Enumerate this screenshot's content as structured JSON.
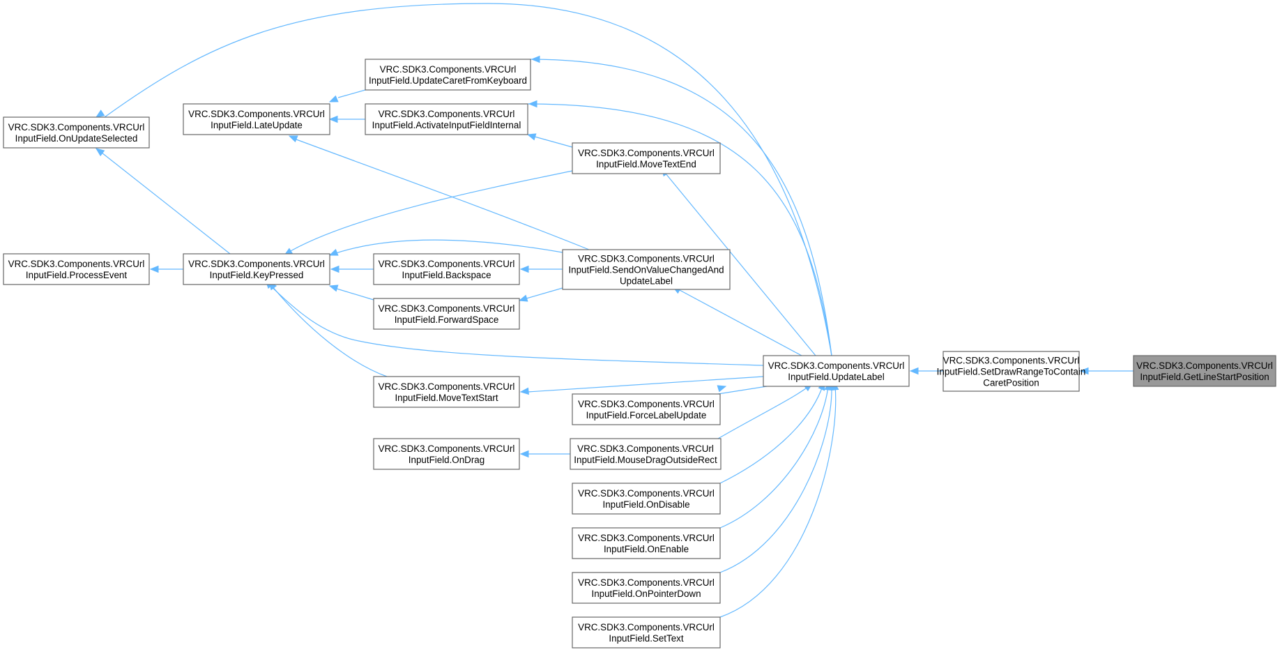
{
  "graph": {
    "title": "",
    "nodes": [
      {
        "id": "getlinestart",
        "line1": "VRC.SDK3.Components.VRCUrl",
        "line2": "InputField.GetLineStartPosition",
        "line3": "",
        "root": true
      },
      {
        "id": "setdrawrange",
        "line1": "VRC.SDK3.Components.VRCUrl",
        "line2": "InputField.SetDrawRangeToContain",
        "line3": "CaretPosition"
      },
      {
        "id": "updatelabel",
        "line1": "VRC.SDK3.Components.VRCUrl",
        "line2": "InputField.UpdateLabel",
        "line3": ""
      },
      {
        "id": "onupdateselected",
        "line1": "VRC.SDK3.Components.VRCUrl",
        "line2": "InputField.OnUpdateSelected",
        "line3": ""
      },
      {
        "id": "updatecaret",
        "line1": "VRC.SDK3.Components.VRCUrl",
        "line2": "InputField.UpdateCaretFromKeyboard",
        "line3": ""
      },
      {
        "id": "lateupdate",
        "line1": "VRC.SDK3.Components.VRCUrl",
        "line2": "InputField.LateUpdate",
        "line3": ""
      },
      {
        "id": "activate",
        "line1": "VRC.SDK3.Components.VRCUrl",
        "line2": "InputField.ActivateInputFieldInternal",
        "line3": ""
      },
      {
        "id": "movetextend",
        "line1": "VRC.SDK3.Components.VRCUrl",
        "line2": "InputField.MoveTextEnd",
        "line3": ""
      },
      {
        "id": "processevent",
        "line1": "VRC.SDK3.Components.VRCUrl",
        "line2": "InputField.ProcessEvent",
        "line3": ""
      },
      {
        "id": "keypressed",
        "line1": "VRC.SDK3.Components.VRCUrl",
        "line2": "InputField.KeyPressed",
        "line3": ""
      },
      {
        "id": "backspace",
        "line1": "VRC.SDK3.Components.VRCUrl",
        "line2": "InputField.Backspace",
        "line3": ""
      },
      {
        "id": "sendonvalue",
        "line1": "VRC.SDK3.Components.VRCUrl",
        "line2": "InputField.SendOnValueChangedAnd",
        "line3": "UpdateLabel"
      },
      {
        "id": "forwardspace",
        "line1": "VRC.SDK3.Components.VRCUrl",
        "line2": "InputField.ForwardSpace",
        "line3": ""
      },
      {
        "id": "movetextstart",
        "line1": "VRC.SDK3.Components.VRCUrl",
        "line2": "InputField.MoveTextStart",
        "line3": ""
      },
      {
        "id": "forcelabel",
        "line1": "VRC.SDK3.Components.VRCUrl",
        "line2": "InputField.ForceLabelUpdate",
        "line3": ""
      },
      {
        "id": "ondrag",
        "line1": "VRC.SDK3.Components.VRCUrl",
        "line2": "InputField.OnDrag",
        "line3": ""
      },
      {
        "id": "mousedrag",
        "line1": "VRC.SDK3.Components.VRCUrl",
        "line2": "InputField.MouseDragOutsideRect",
        "line3": ""
      },
      {
        "id": "ondisable",
        "line1": "VRC.SDK3.Components.VRCUrl",
        "line2": "InputField.OnDisable",
        "line3": ""
      },
      {
        "id": "onenable",
        "line1": "VRC.SDK3.Components.VRCUrl",
        "line2": "InputField.OnEnable",
        "line3": ""
      },
      {
        "id": "onpointerdown",
        "line1": "VRC.SDK3.Components.VRCUrl",
        "line2": "InputField.OnPointerDown",
        "line3": ""
      },
      {
        "id": "settext",
        "line1": "VRC.SDK3.Components.VRCUrl",
        "line2": "InputField.SetText",
        "line3": ""
      }
    ],
    "edges": [
      {
        "from": "getlinestart",
        "to": "setdrawrange"
      },
      {
        "from": "setdrawrange",
        "to": "updatelabel"
      },
      {
        "from": "updatelabel",
        "to": "onupdateselected"
      },
      {
        "from": "updatelabel",
        "to": "updatecaret"
      },
      {
        "from": "updatelabel",
        "to": "activate"
      },
      {
        "from": "updatelabel",
        "to": "movetextend"
      },
      {
        "from": "updatelabel",
        "to": "sendonvalue"
      },
      {
        "from": "updatelabel",
        "to": "keypressed"
      },
      {
        "from": "updatelabel",
        "to": "movetextstart"
      },
      {
        "from": "updatelabel",
        "to": "forcelabel"
      },
      {
        "from": "updatelabel",
        "to": "mousedrag"
      },
      {
        "from": "updatelabel",
        "to": "ondisable"
      },
      {
        "from": "updatelabel",
        "to": "onenable"
      },
      {
        "from": "updatelabel",
        "to": "onpointerdown"
      },
      {
        "from": "updatelabel",
        "to": "settext"
      },
      {
        "from": "updatecaret",
        "to": "lateupdate"
      },
      {
        "from": "activate",
        "to": "lateupdate"
      },
      {
        "from": "movetextend",
        "to": "activate"
      },
      {
        "from": "movetextend",
        "to": "keypressed"
      },
      {
        "from": "sendonvalue",
        "to": "lateupdate"
      },
      {
        "from": "sendonvalue",
        "to": "keypressed"
      },
      {
        "from": "sendonvalue",
        "to": "backspace"
      },
      {
        "from": "sendonvalue",
        "to": "forwardspace"
      },
      {
        "from": "backspace",
        "to": "keypressed"
      },
      {
        "from": "forwardspace",
        "to": "keypressed"
      },
      {
        "from": "movetextstart",
        "to": "keypressed"
      },
      {
        "from": "keypressed",
        "to": "onupdateselected"
      },
      {
        "from": "keypressed",
        "to": "processevent"
      },
      {
        "from": "mousedrag",
        "to": "ondrag"
      }
    ]
  },
  "colors": {
    "edge": "#63b8ff",
    "node_border": "#666666",
    "root_fill": "#999999",
    "node_fill": "#ffffff"
  }
}
